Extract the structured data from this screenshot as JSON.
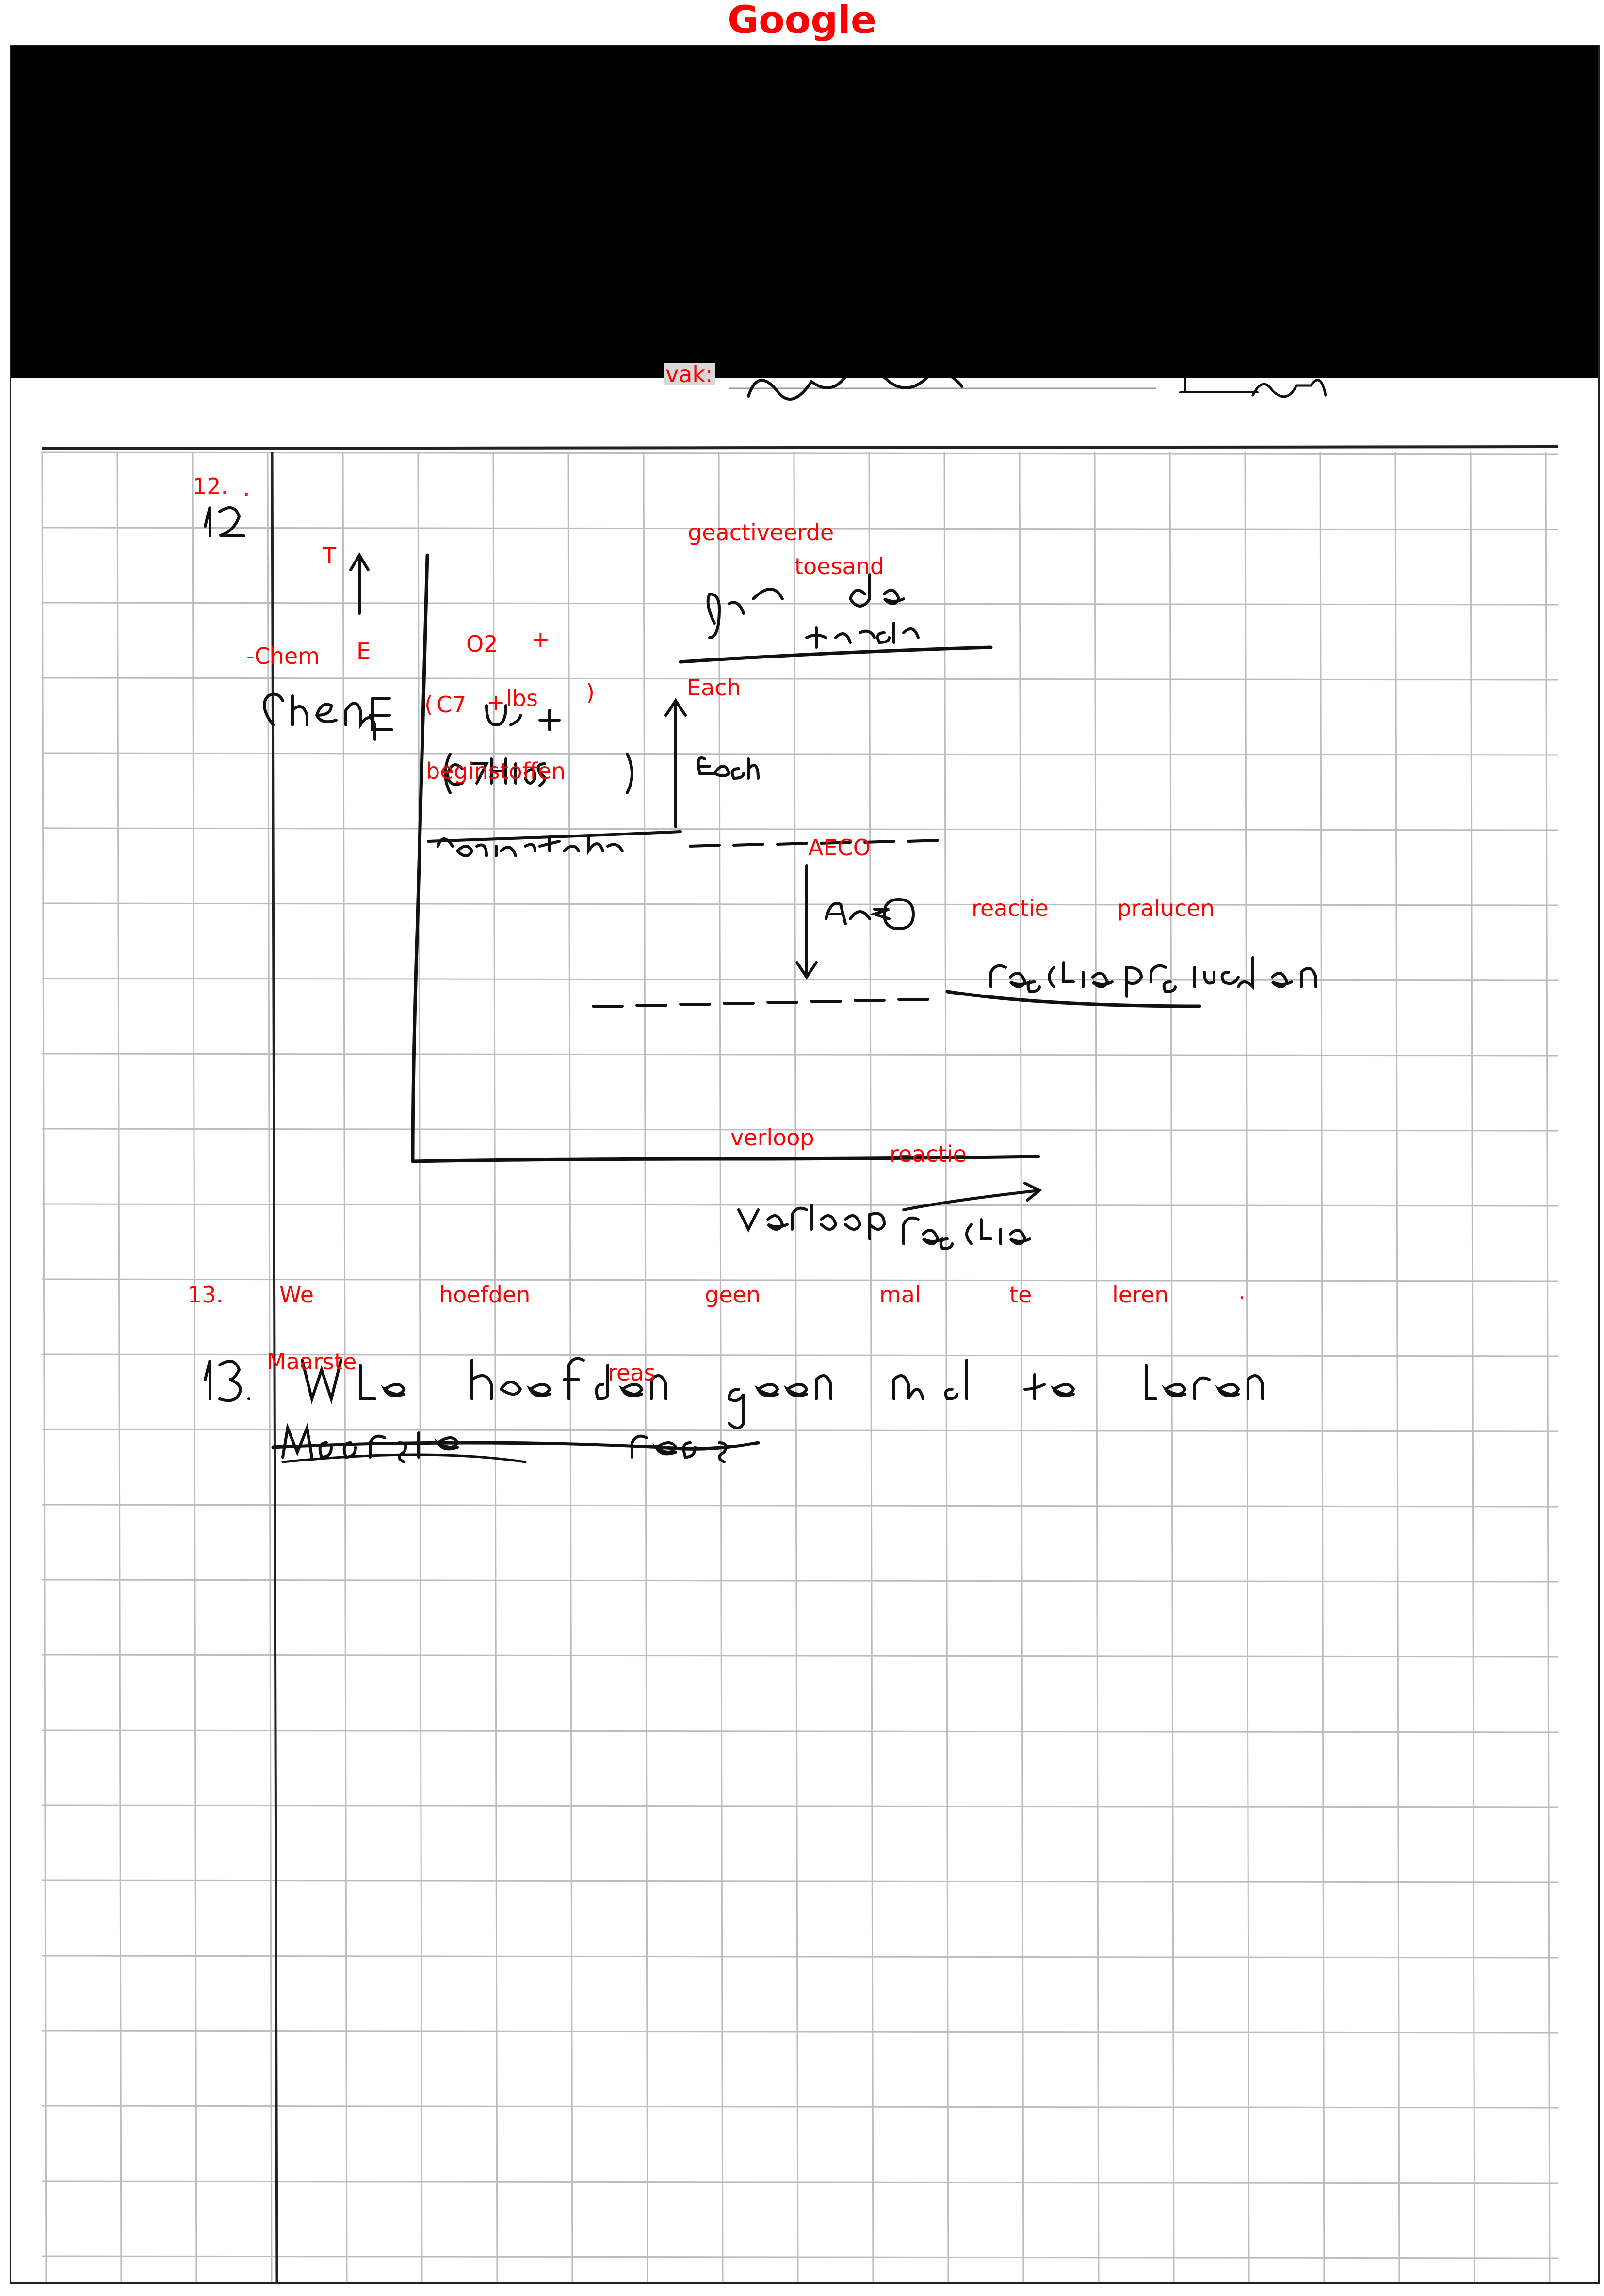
{
  "header": {
    "title": "Google",
    "title_color": "#ff0000"
  },
  "ocr": {
    "label_color": "#ff0000",
    "highlight_color": "#d8d8d8",
    "subject_label": "vak:",
    "q12": {
      "number": "12.",
      "dot": ".",
      "axis_arrow": "T",
      "energy_label_chem": "-Chem",
      "energy_label_e": "E",
      "o2": "O2",
      "plus_1": "+",
      "paren_open": "(",
      "c7": "C7",
      "plus_2": "+",
      "lbs": "lbs",
      "paren_close": ")",
      "beginstoffen": "beginstoffen",
      "geactiveerde": "geactiveerde",
      "toesand": "toesand",
      "each": "Each",
      "aeco": "AECO",
      "reactie": "reactie",
      "pralucen": "pralucen",
      "verloop": "verloop",
      "reactie_axis": "reactie"
    },
    "q13": {
      "number": "13.",
      "words": [
        "We",
        "hoefden",
        "geen",
        "mal",
        "te",
        "leren"
      ],
      "trailing_dot": ".",
      "crossed_1": "Maarste",
      "crossed_2": "reas"
    }
  }
}
